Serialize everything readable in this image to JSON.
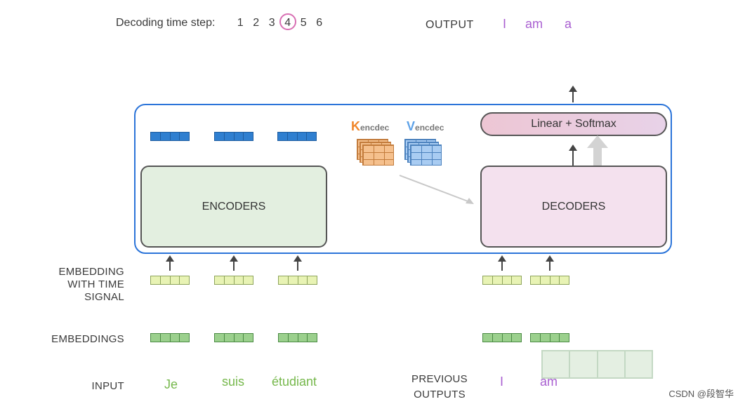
{
  "header": {
    "timestep_label": "Decoding time step:",
    "timesteps": [
      "1",
      "2",
      "3",
      "4",
      "5",
      "6"
    ],
    "active_timestep": "4",
    "output_label": "OUTPUT",
    "outputs": [
      "I",
      "am",
      "a"
    ]
  },
  "blocks": {
    "encoders": "ENCODERS",
    "decoders": "DECODERS",
    "linear_softmax": "Linear + Softmax"
  },
  "kv": {
    "k_letter": "K",
    "k_sub": "encdec",
    "v_letter": "V",
    "v_sub": "encdec"
  },
  "labels": {
    "embedding_time_1": "EMBEDDING",
    "embedding_time_2": "WITH TIME",
    "embedding_time_3": "SIGNAL",
    "embeddings": "EMBEDDINGS",
    "input": "INPUT",
    "previous_1": "PREVIOUS",
    "previous_2": "OUTPUTS"
  },
  "inputs": [
    "Je",
    "suis",
    "étudiant"
  ],
  "previous_outputs": [
    "I",
    "am"
  ],
  "watermark": "CSDN @段智华",
  "colors": {
    "frame": "#2b74d9",
    "output_text": "#a95fd1",
    "input_text": "#76b84c",
    "k": "#f0862a",
    "v": "#5ea2e8"
  }
}
